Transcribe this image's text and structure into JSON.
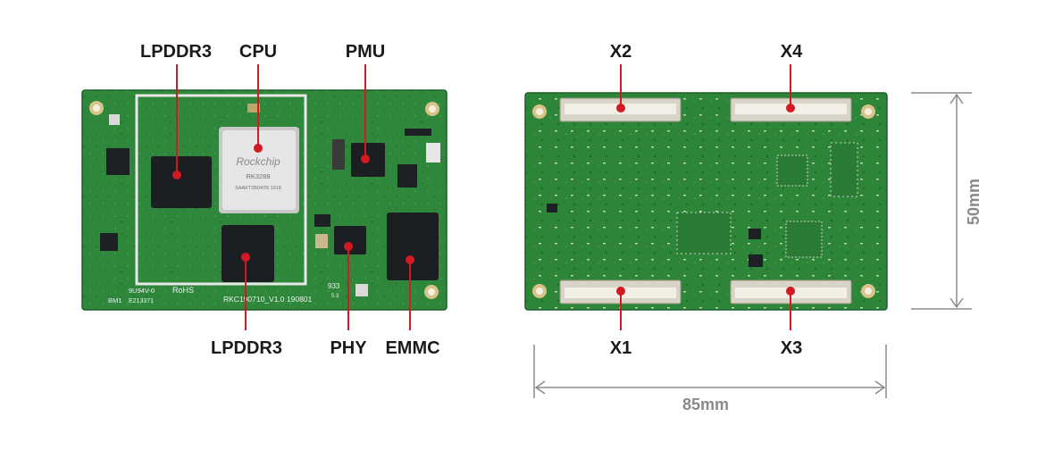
{
  "front_board": {
    "chip_marking_1": "RK3288",
    "chip_marking_2": "SAAKT2B047R 1918",
    "brand_logo": "Rockchip",
    "silk_rev": "RKC190710_V1.0 190801",
    "silk_rohs": "RoHS",
    "silk_code_1": "9U94V-0",
    "silk_code_2": "E213371",
    "silk_bm": "BM1",
    "silk_933": "933",
    "silk_53": "5.3",
    "labels": {
      "lpddr3_top": "LPDDR3",
      "cpu": "CPU",
      "pmu": "PMU",
      "lpddr3_bottom": "LPDDR3",
      "phy": "PHY",
      "emmc": "EMMC"
    }
  },
  "back_board": {
    "labels": {
      "x1": "X1",
      "x2": "X2",
      "x3": "X3",
      "x4": "X4"
    }
  },
  "dimensions": {
    "height": "50mm",
    "width": "85mm"
  },
  "colors": {
    "pcb": "#2f8a3a",
    "pcb_dark": "#226b2c",
    "chip": "#1c1f22",
    "pad_gold": "#d8c48a",
    "pointer_red": "#d11a21",
    "dim_gray": "#8a8a8a",
    "connector": "#d9d4c8"
  }
}
